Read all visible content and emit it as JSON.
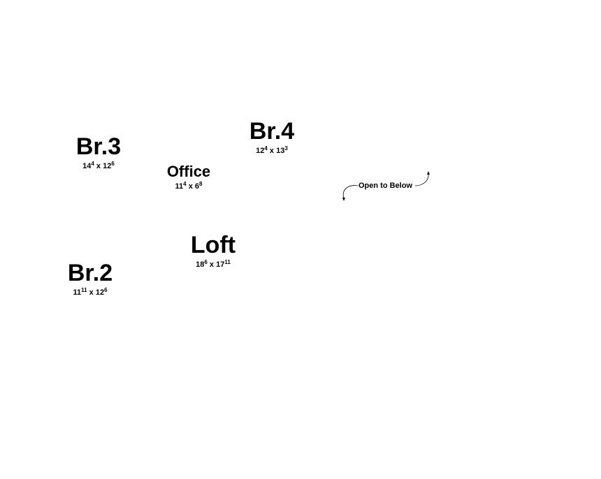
{
  "rooms": [
    {
      "name": "Br.3",
      "w_ft": "14",
      "w_in": "4",
      "l_ft": "12",
      "l_in": "6"
    },
    {
      "name": "Br.4",
      "w_ft": "12",
      "w_in": "4",
      "l_ft": "13",
      "l_in": "3"
    },
    {
      "name": "Office",
      "w_ft": "11",
      "w_in": "4",
      "l_ft": "6",
      "l_in": "8"
    },
    {
      "name": "Loft",
      "w_ft": "18",
      "w_in": "6",
      "l_ft": "17",
      "l_in": "11"
    },
    {
      "name": "Br.2",
      "w_ft": "11",
      "w_in": "11",
      "l_ft": "12",
      "l_in": "6"
    }
  ],
  "separator": "x",
  "annotation": "Open to Below"
}
